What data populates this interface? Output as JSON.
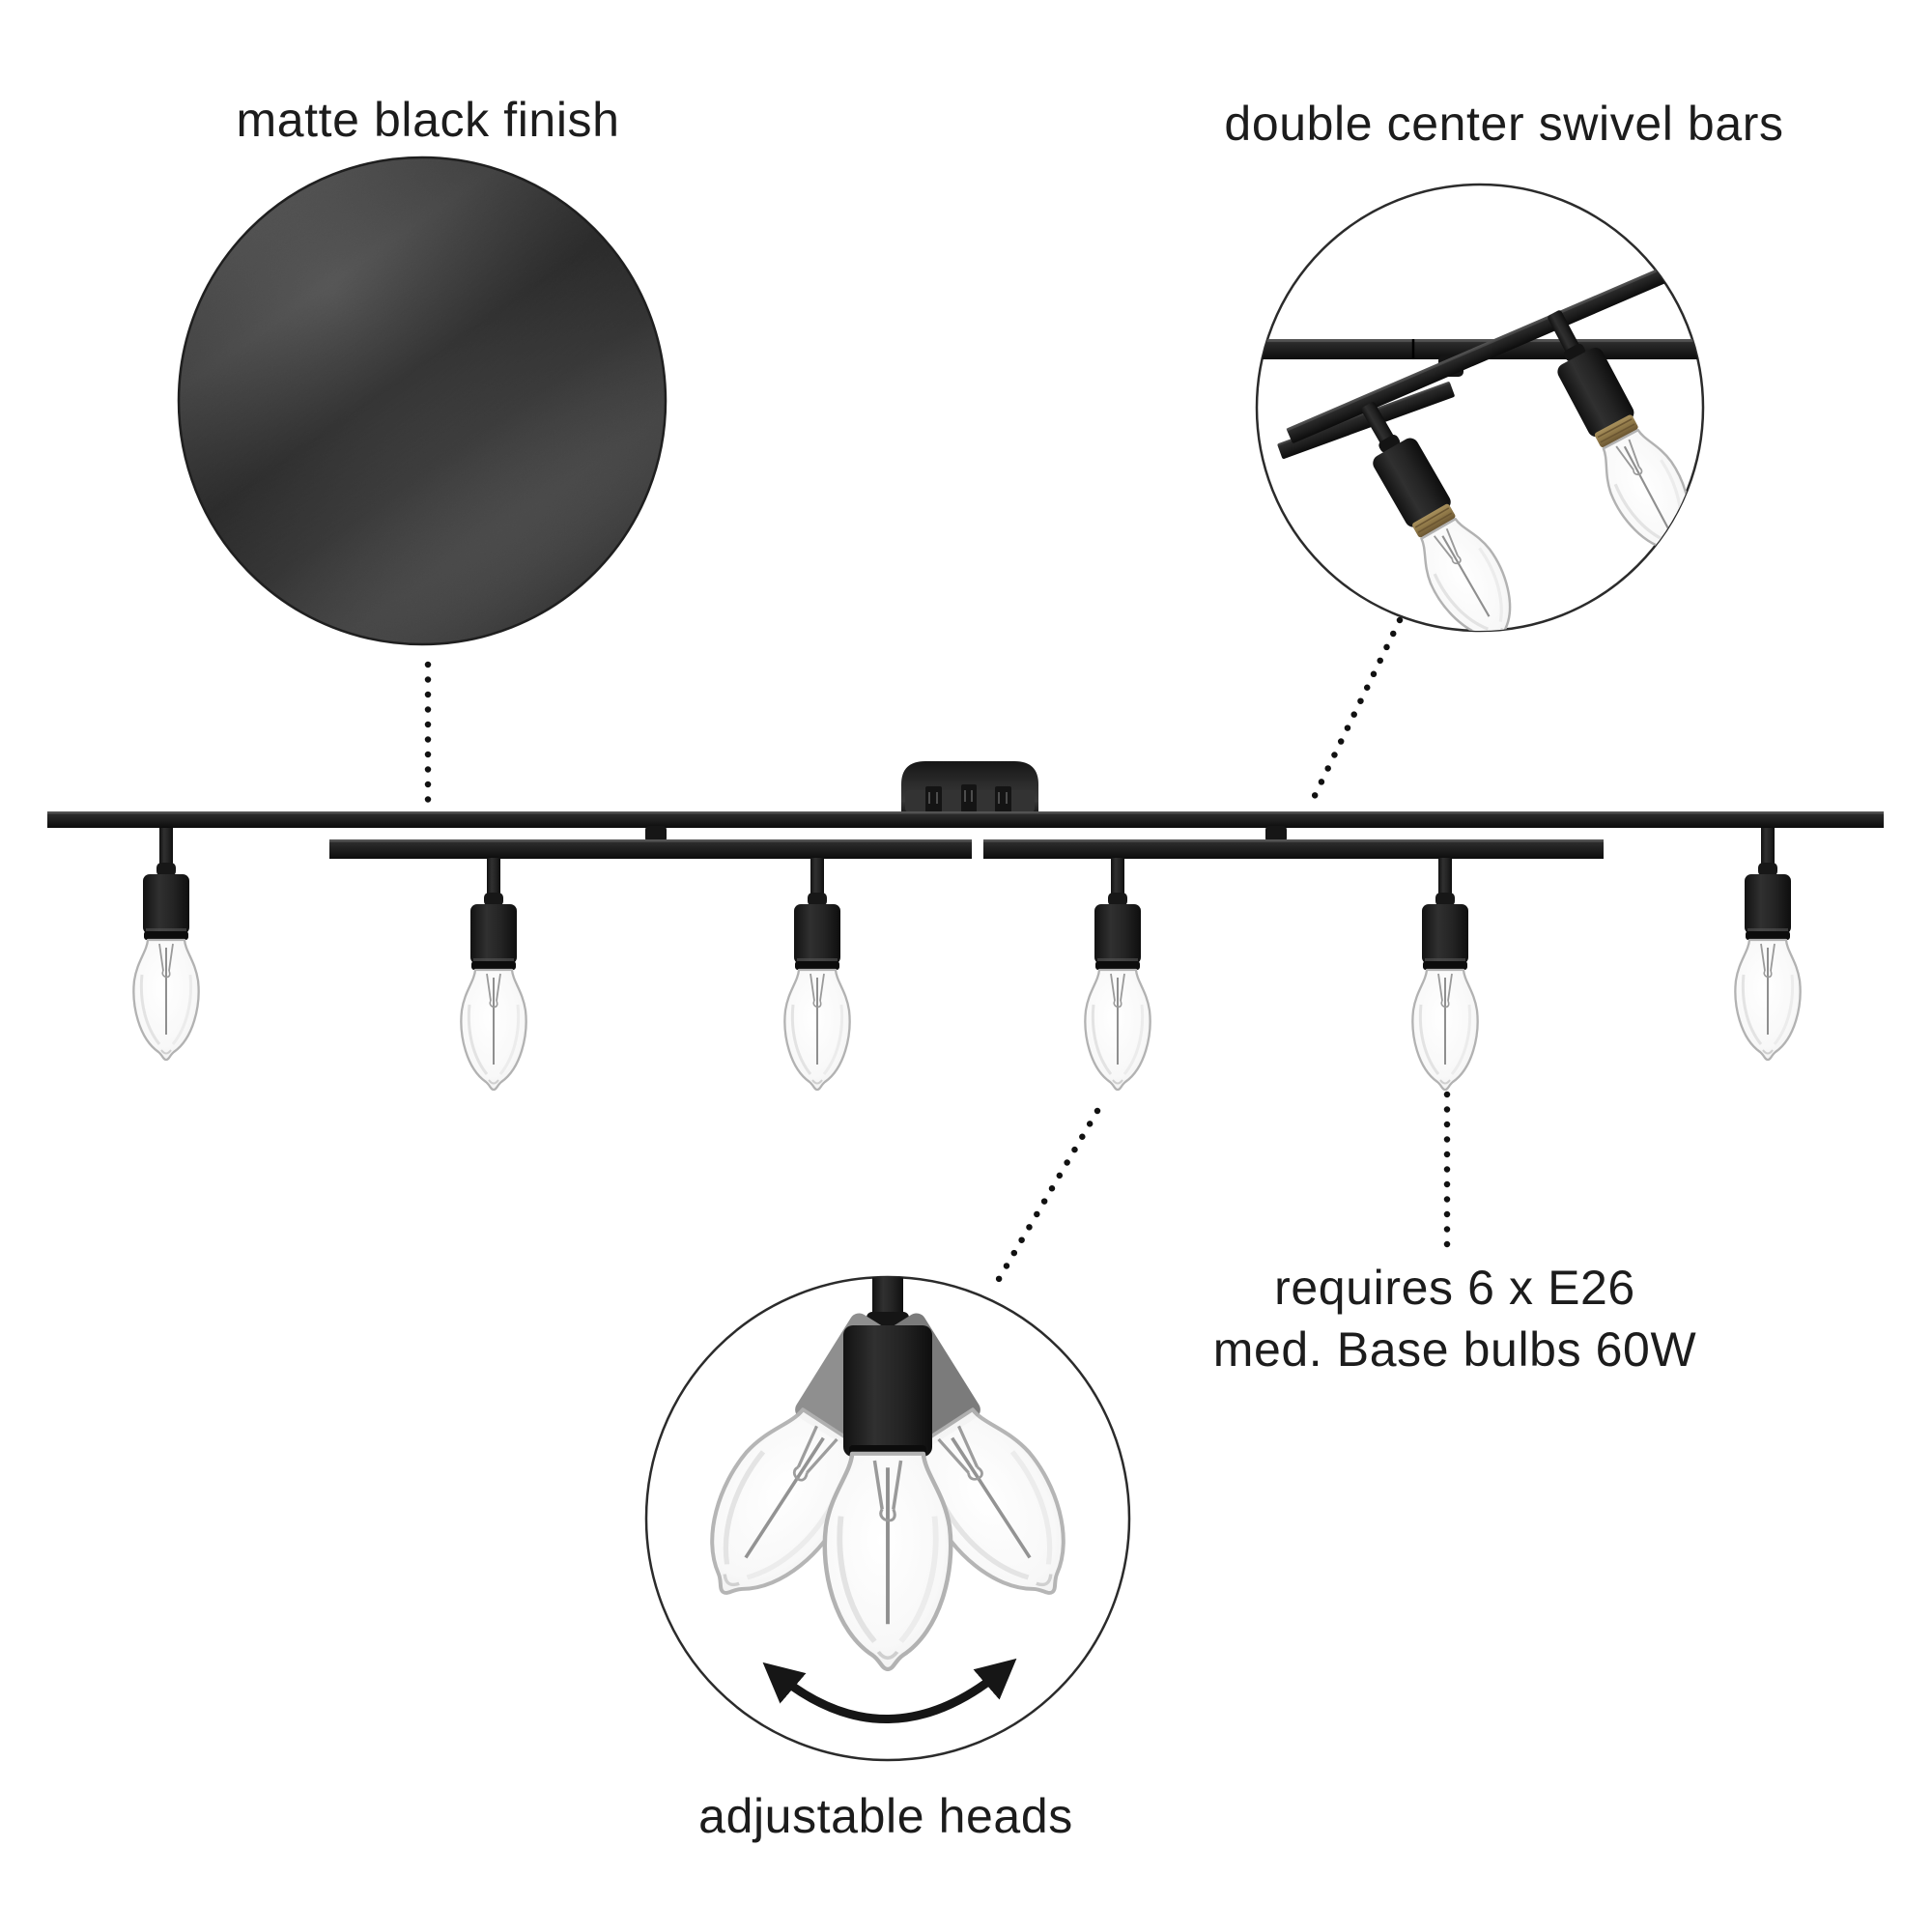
{
  "callouts": {
    "matte_finish": {
      "label": "matte black finish"
    },
    "swivel_bars": {
      "label": "double center swivel bars"
    },
    "adjustable_heads": {
      "label": "adjustable heads"
    },
    "bulb_spec": {
      "line1": "requires 6 x E26",
      "line2": "med. Base bulbs 60W"
    }
  },
  "fixture": {
    "bulb_count": 6,
    "bulb_base": "E26",
    "max_wattage": "60W"
  },
  "icons": {
    "rotation_arrow": "curved-double-headed-arrow",
    "detail_circles": [
      "matte-texture-swatch",
      "swivel-bar-closeup",
      "adjustable-head-closeup"
    ]
  },
  "colors": {
    "text": "#1c1c1c",
    "fixture_black": "#1d1d1d",
    "matte_black": "#3a3a3a",
    "glass_outline": "#b2b2b2",
    "brass_thread": "#8e7747",
    "callout_line": "#111111",
    "circle_outline": "#2b2b2b",
    "page_bg": "#ffffff"
  }
}
